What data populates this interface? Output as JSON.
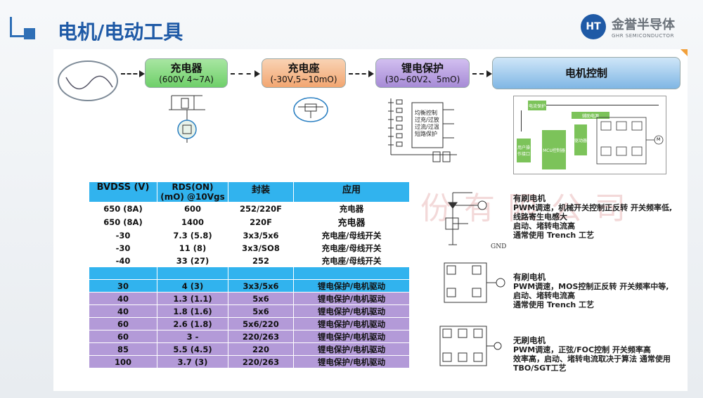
{
  "header": {
    "title": "电机/电动工具",
    "logo_mark": "HT",
    "logo_cn": "金誉半导体",
    "logo_en": "GHR SEMICONDUCTOR"
  },
  "flow": {
    "charger": {
      "title": "充电器",
      "sub": "(600V 4~7A)"
    },
    "socket": {
      "title": "充电座",
      "sub": "(-30V,5~10mO)"
    },
    "battery": {
      "title": "锂电保护",
      "sub": "(30~60V2、5mO)"
    },
    "motor": {
      "title": "电机控制"
    }
  },
  "protection_labels": [
    "均衡控制",
    "过充/过放",
    "过流/过温",
    "短路保护"
  ],
  "motor_diagram": {
    "power_label": "电流保护",
    "aux_label": "辅助电源",
    "mcu_label": "MCU控制器",
    "driver_label": "驱动器",
    "ui_label": "用户操作接口",
    "motor_label": "M"
  },
  "table": {
    "headers": [
      "BVDSS (V)",
      "RDS(ON)\n(mO) @10Vgs",
      "封装",
      "应用"
    ],
    "rows": [
      {
        "style": "white",
        "cells": [
          "650 (8A)",
          "600",
          "252/220F",
          "充电器"
        ]
      },
      {
        "style": "white",
        "cells": [
          "650 (8A)",
          "1400",
          "220F",
          "充电器"
        ]
      },
      {
        "style": "white",
        "cells": [
          "-30",
          "7.3 (5.8)",
          "3x3/5x6",
          "充电座/母线开关"
        ]
      },
      {
        "style": "white",
        "cells": [
          "-30",
          "11 (8)",
          "3x3/SO8",
          "充电座/母线开关"
        ]
      },
      {
        "style": "white",
        "cells": [
          "-40",
          "33 (27)",
          "252",
          "充电座/母线开关"
        ]
      },
      {
        "style": "blue",
        "cells": [
          "",
          "",
          "",
          ""
        ]
      },
      {
        "style": "blue",
        "cells": [
          "30",
          "4 (3)",
          "3x3/5x6",
          "锂电保护/电机驱动"
        ]
      },
      {
        "style": "purple",
        "cells": [
          "40",
          "1.3 (1.1)",
          "5x6",
          "锂电保护/电机驱动"
        ]
      },
      {
        "style": "purple",
        "cells": [
          "40",
          "1.8 (1.6)",
          "5x6",
          "锂电保护/电机驱动"
        ]
      },
      {
        "style": "purple",
        "cells": [
          "60",
          "2.6 (1.8)",
          "5x6/220",
          "锂电保护/电机驱动"
        ]
      },
      {
        "style": "purple",
        "cells": [
          "60",
          "3 -",
          "220/263",
          "锂电保护/电机驱动"
        ]
      },
      {
        "style": "purple",
        "cells": [
          "85",
          "5.5 (4.5)",
          "220",
          "锂电保护/电机驱动"
        ]
      },
      {
        "style": "purple",
        "cells": [
          "100",
          "3.7 (3)",
          "220/263",
          "锂电保护/电机驱动"
        ]
      }
    ]
  },
  "watermark": "金誉半导体股份有限公司",
  "notes": {
    "n1": {
      "title": "有刷电机",
      "lines": [
        "PWM调速，机械开关控制正反转 开关频率低,",
        "线路寄生电感大",
        "启动、堵转电流高",
        "通常使用 Trench 工艺"
      ]
    },
    "n2": {
      "title": "有刷电机",
      "lines": [
        "PWM调速，MOS控制正反转 开关频率中等,",
        "启动、堵转电流高",
        "通常使用 Trench 工艺"
      ]
    },
    "n3": {
      "title": "无刷电机",
      "lines": [
        "PWM调速，正弦/FOC控制 开关频率高",
        "效率高，启动、堵转电流取决于算法 通常使用",
        "TBO/SGT工艺"
      ]
    },
    "gnd": "GND"
  }
}
